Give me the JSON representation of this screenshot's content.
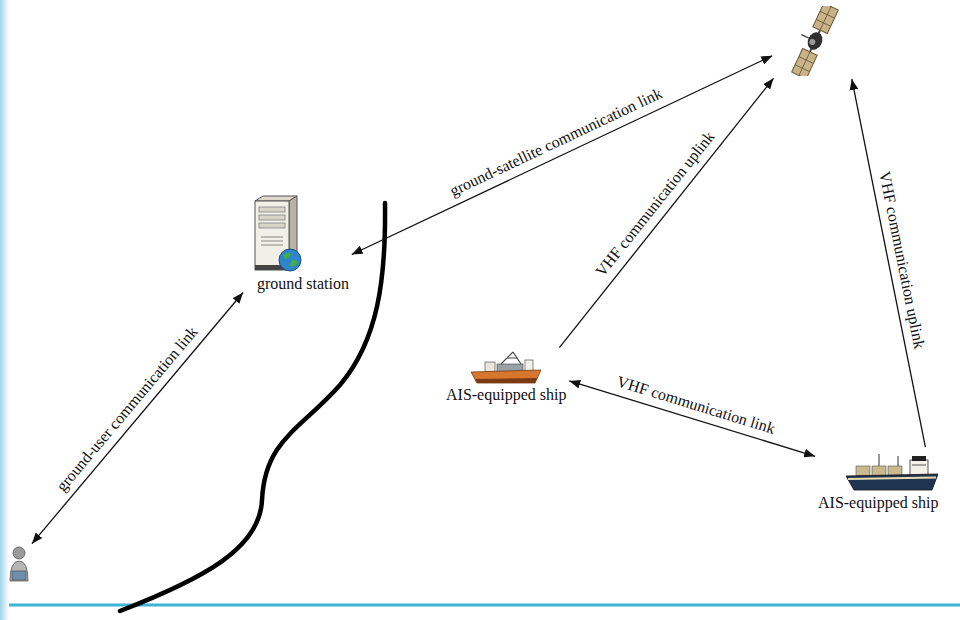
{
  "diagram": {
    "nodes": [
      {
        "text": []
      },
      {
        "text": [
          "ground station"
        ]
      },
      {
        "text": [
          "AIS-equipped ship"
        ]
      },
      {
        "text": [
          "AIS-equipped ship"
        ]
      },
      {
        "text": []
      }
    ],
    "edges": [
      {
        "from": 1,
        "to": 0,
        "arrow": "both",
        "label": "ground-satellite communication link"
      },
      {
        "from": 2,
        "to": 0,
        "arrow": "to",
        "label": "VHF communication uplink"
      },
      {
        "from": 3,
        "to": 0,
        "arrow": "to",
        "label": "VHF communication uplink"
      },
      {
        "from": 2,
        "to": 3,
        "arrow": "both",
        "label": "VHF communication link"
      },
      {
        "from": 1,
        "to": 4,
        "arrow": "both",
        "label": "ground-user communication link"
      }
    ]
  }
}
